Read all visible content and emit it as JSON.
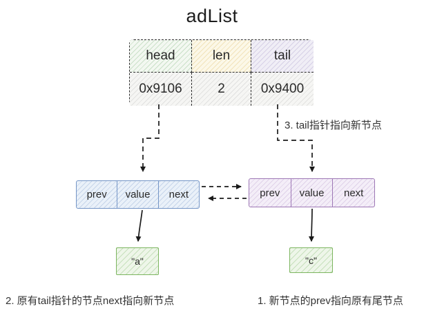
{
  "title": "adList",
  "table": {
    "headers": [
      "head",
      "len",
      "tail"
    ],
    "values": [
      "0x9106",
      "2",
      "0x9400"
    ]
  },
  "nodes": {
    "left": {
      "cells": [
        "prev",
        "value",
        "next"
      ],
      "value_box": "\"a\""
    },
    "right": {
      "cells": [
        "prev",
        "value",
        "next"
      ],
      "value_box": "\"c\""
    }
  },
  "annotations": {
    "tail_arrow": "3. tail指针指向新节点",
    "bottom_left": "2. 原有tail指针的节点next指向新节点",
    "bottom_right": "1. 新节点的prev指向原有尾节点"
  },
  "colors": {
    "head_cell": "#f3f8f1",
    "len_cell": "#fcf8e8",
    "tail_cell": "#f0eef6",
    "value_cell": "#f6f6f4",
    "node_left_border": "#7495c6",
    "node_right_border": "#9d77b5",
    "value_box_border": "#7cb55f",
    "ink": "#1f1f1f"
  }
}
